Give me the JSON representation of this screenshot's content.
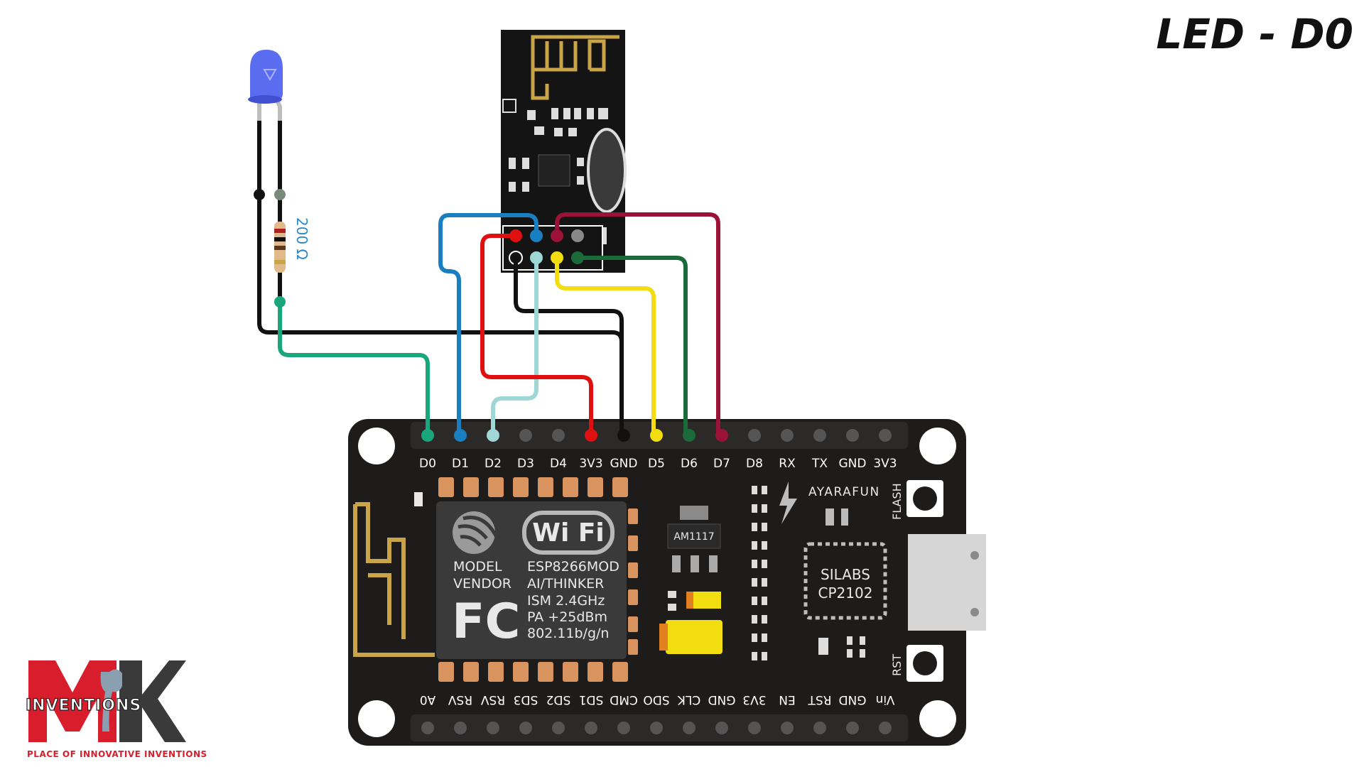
{
  "title": "LED - D0",
  "resistor": {
    "label": "200 Ω"
  },
  "board": {
    "top_pins": [
      "D0",
      "D1",
      "D2",
      "D3",
      "D4",
      "3V3",
      "GND",
      "D5",
      "D6",
      "D7",
      "D8",
      "RX",
      "TX",
      "GND",
      "3V3"
    ],
    "bottom_pins": [
      "A0",
      "RSV",
      "RSV",
      "SD3",
      "SD2",
      "SD1",
      "CMD",
      "SDO",
      "CLK",
      "GND",
      "3V3",
      "EN",
      "RST",
      "GND",
      "Vin"
    ],
    "module": {
      "model_label": "MODEL",
      "vendor_label": "VENDOR",
      "wifi_logo": "Wi Fi",
      "fcc_logo": "FC",
      "lines": [
        "ESP8266MOD",
        "AI/THINKER",
        "ISM 2.4GHz",
        "PA +25dBm",
        "802.11b/g/n"
      ]
    },
    "regulator": "AM1117",
    "brand": "AYARAFUN",
    "usb_chip": [
      "SILABS",
      "CP2102"
    ],
    "flash_button": "FLASH",
    "reset_button": "RST"
  },
  "logo": {
    "word": "INVENTIONS",
    "tagline": "PLACE OF INNOVATIVE INVENTIONS"
  },
  "colors": {
    "board": "#1e1c1b",
    "pin_ring": "#505050",
    "wire_black": "#111111",
    "wire_green": "#19a67d",
    "wire_blue": "#1a7fc0",
    "wire_lightblue": "#9fd6d6",
    "wire_red": "#e01010",
    "wire_yellow": "#f2dd10",
    "wire_darkgreen": "#1b6a3a",
    "wire_maroon": "#9b1238",
    "antenna_gold": "#c9a548",
    "led_blue": "#5a6cf0",
    "resistor_text": "#2e86c8"
  }
}
